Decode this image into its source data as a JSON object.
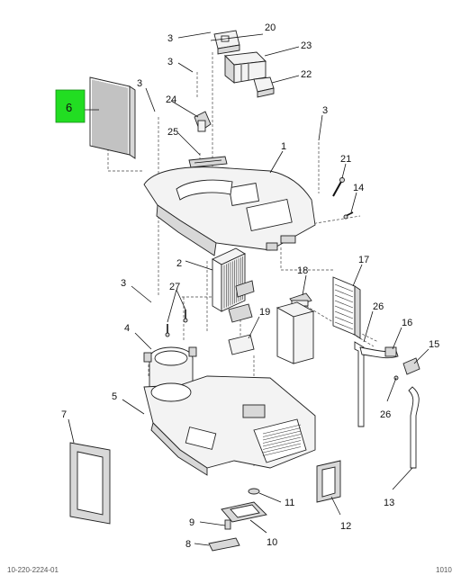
{
  "highlight_color": "#22dd22",
  "highlighted_part": "6",
  "callouts": {
    "c20": "20",
    "c3a": "3",
    "c23": "23",
    "c3b": "3",
    "c22": "22",
    "c3c": "3",
    "c24": "24",
    "c6": "6",
    "c3d": "3",
    "c25": "25",
    "c1": "1",
    "c21": "21",
    "c14": "14",
    "c2": "2",
    "c18": "18",
    "c17": "17",
    "c3e": "3",
    "c27": "27",
    "c19": "19",
    "c26a": "26",
    "c4": "4",
    "c16": "16",
    "c15": "15",
    "c5": "5",
    "c26b": "26",
    "c7": "7",
    "c11": "11",
    "c13": "13",
    "c12": "12",
    "c9": "9",
    "c8": "8",
    "c10": "10"
  },
  "footer": {
    "left": "10-220-2224-01",
    "right": "1010"
  }
}
